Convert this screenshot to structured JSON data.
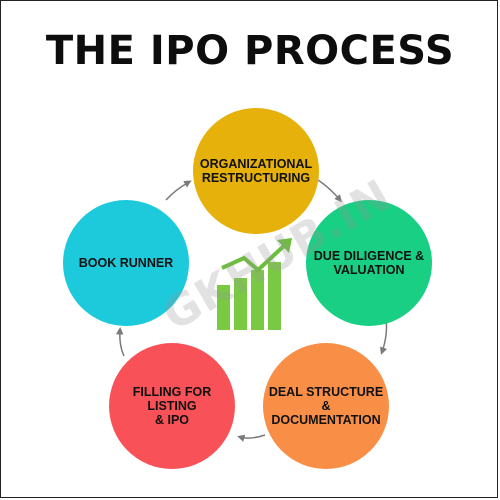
{
  "title": "THE IPO PROCESS",
  "steps": [
    {
      "label": "ORGANIZATIONAL\nRESTRUCTURING",
      "color": "#e5b10a"
    },
    {
      "label": "DUE DILIGENCE &\nVALUATION",
      "color": "#18cf84"
    },
    {
      "label": "DEAL STRUCTURE\n&\nDOCUMENTATION",
      "color": "#f98f47"
    },
    {
      "label": "FILLING FOR\nLISTING\n& IPO",
      "color": "#f85158"
    },
    {
      "label": "BOOK RUNNER",
      "color": "#1dcadb"
    }
  ],
  "watermark": "GKHUB.IN",
  "icon": "growth-bar-chart-icon",
  "colors": {
    "arrow": "#7a7a7a",
    "chart_green": "#7ac943",
    "chart_arrow": "#6bbf3a"
  }
}
